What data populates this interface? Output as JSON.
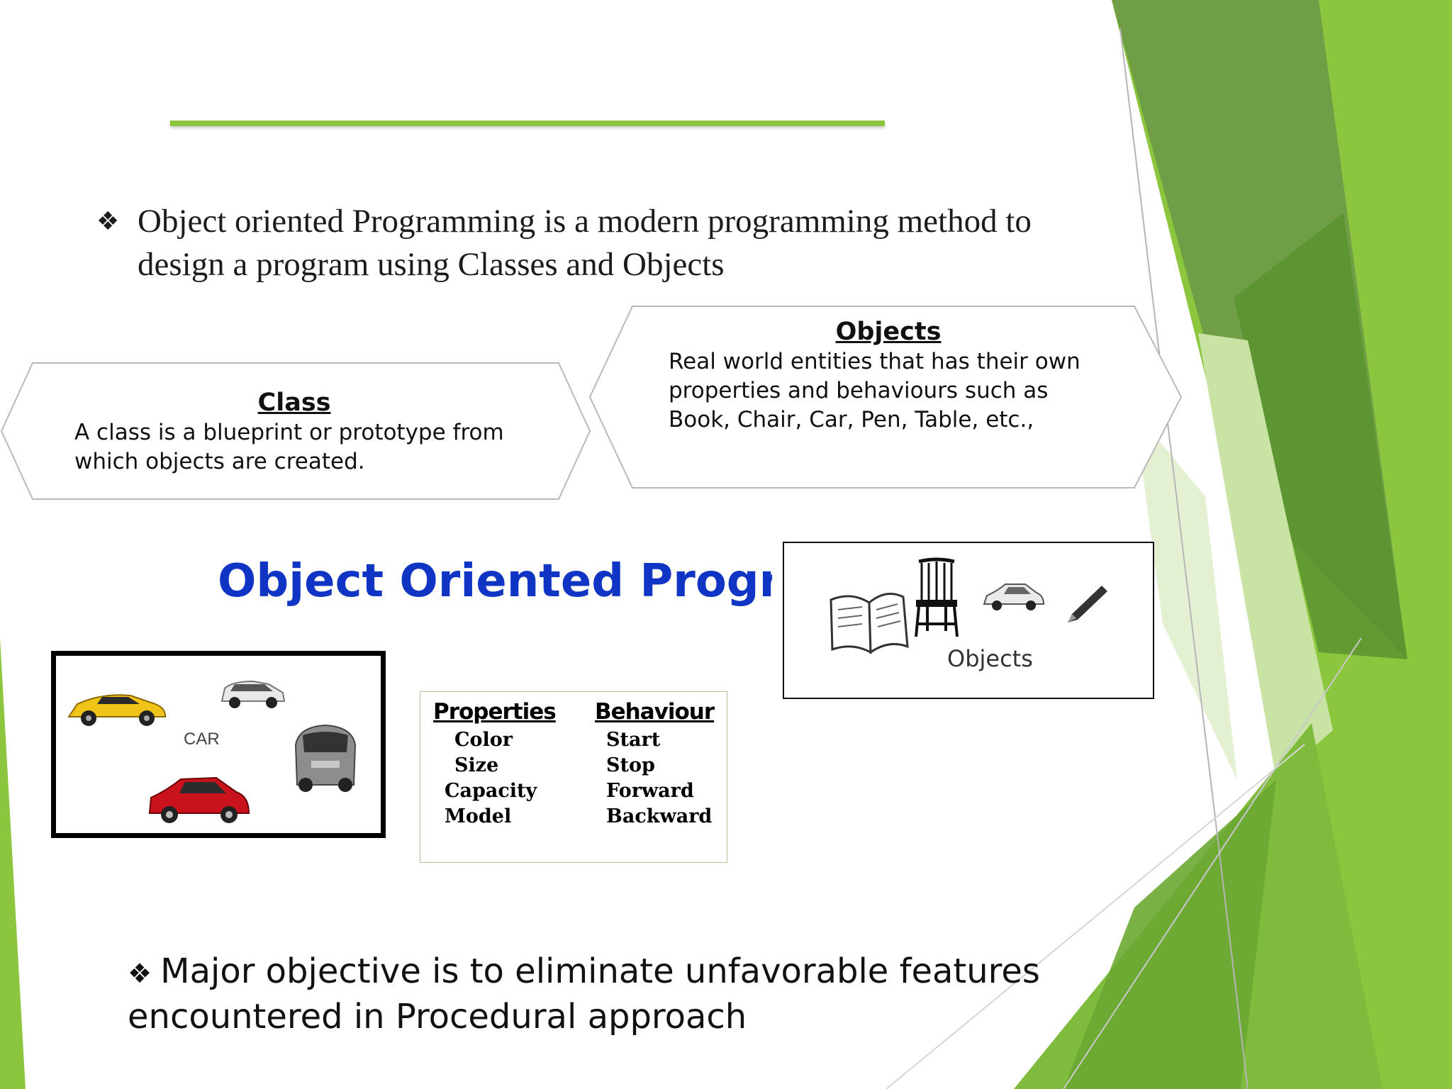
{
  "colors": {
    "accent_green": "#8cc63f",
    "heading_blue": "#1035c4",
    "dark_green": "#5c9a2e",
    "light_green": "#c5e0a0"
  },
  "bullet_icon": "diamond-bullet-icon",
  "bullet_glyph": "❖",
  "intro": {
    "text": "Object oriented Programming is a modern programming method to design a program using Classes and Objects"
  },
  "class_shape": {
    "title": "Class",
    "body": "A class is a blueprint or prototype from which objects are created."
  },
  "objects_shape": {
    "title": "Objects",
    "body": "Real world entities that has their own properties and behaviours such as Book, Chair, Car, Pen, Table, etc.,"
  },
  "heading": {
    "text": "Object Oriented Programming"
  },
  "car_image": {
    "label": "CAR",
    "icons": [
      "yellow-sports-car-icon",
      "white-suv-icon",
      "grey-compact-car-icon",
      "red-sedan-icon"
    ]
  },
  "properties_table": {
    "properties_header": "Properties",
    "behaviour_header": "Behaviour",
    "properties": [
      "Color",
      "Size",
      "Capacity",
      "Model"
    ],
    "behaviours": [
      "Start",
      "Stop",
      "Forward",
      "Backward"
    ]
  },
  "objects_image": {
    "label": "Objects",
    "icons": [
      "book-icon",
      "chair-icon",
      "car-icon",
      "pen-icon"
    ]
  },
  "conclusion": {
    "text": "Major objective is to eliminate unfavorable features encountered in Procedural approach"
  }
}
